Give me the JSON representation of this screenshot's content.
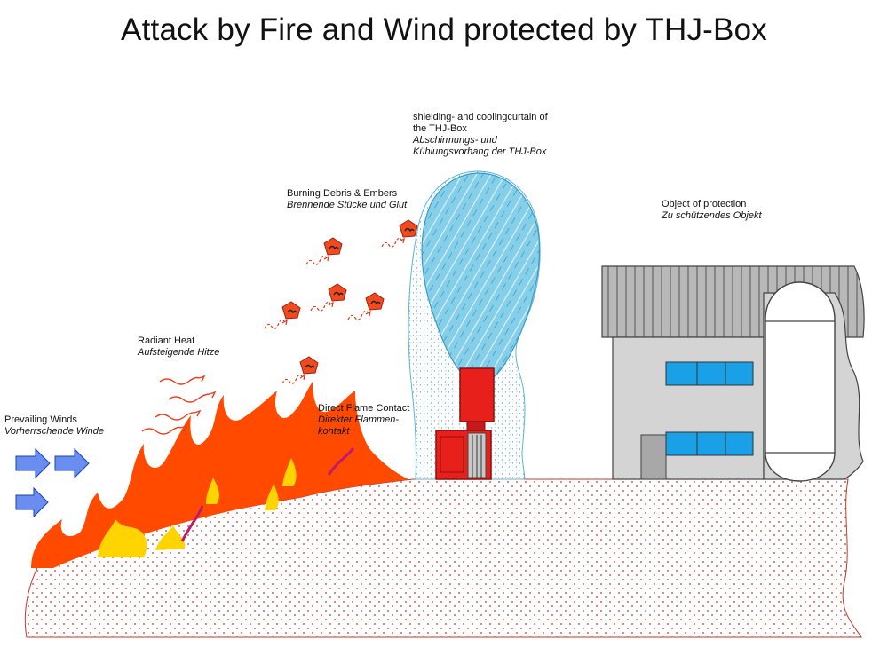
{
  "title": "Attack by Fire and Wind protected by THJ-Box",
  "labels": {
    "winds": {
      "en": "Prevailing Winds",
      "de": "Vorherrschende Winde"
    },
    "heat": {
      "en": "Radiant Heat",
      "de": "Aufsteigende Hitze"
    },
    "debris": {
      "en": "Burning Debris & Embers",
      "de": "Brennende Stücke und Glut"
    },
    "curtain": {
      "en1": "shielding- and coolingcurtain of",
      "en2": "the THJ-Box",
      "de1": "Abschirmungs- und",
      "de2": "Kühlungsvorhang der THJ-Box"
    },
    "flame": {
      "en": "Direct Flame Contact",
      "de1": "Direkter Flammen-",
      "de2": "kontakt"
    },
    "object": {
      "en": "Object of protection",
      "de": "Zu schützendes Objekt"
    }
  },
  "colors": {
    "fire_orange": "#ff4a00",
    "fire_yellow": "#ffd400",
    "curtain_blue": "#7ccbe8",
    "box_red": "#e8201c",
    "window_blue": "#1aa0e6",
    "wind_arrow": "#4169e1",
    "ember": "#f04a20"
  },
  "icons": [
    "wind-arrow-icon",
    "heat-wave-icon",
    "ember-icon",
    "flame-icon",
    "water-curtain-icon",
    "thj-box-icon",
    "building-icon",
    "tank-icon"
  ]
}
